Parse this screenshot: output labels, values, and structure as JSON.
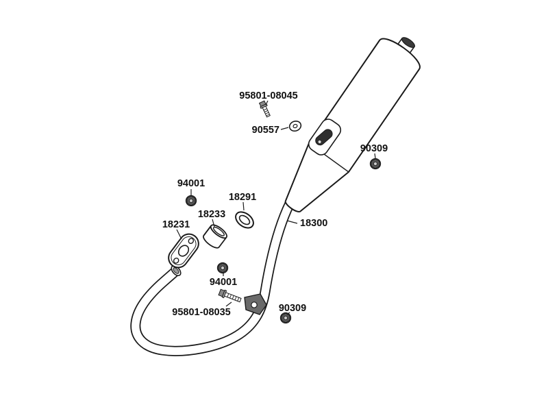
{
  "diagram": {
    "kind": "exploded-parts-diagram",
    "subject": "exhaust-muffler-assembly"
  },
  "labels": {
    "bolt_upper": "95801-08045",
    "washer": "90557",
    "nut_muffler_mount": "90309",
    "nut_stud_upper": "94001",
    "gasket": "18291",
    "collar": "18233",
    "flange": "18231",
    "muffler": "18300",
    "nut_stud_lower": "94001",
    "bolt_lower": "95801-08035",
    "nut_bracket": "90309"
  },
  "colors": {
    "background": "#ffffff",
    "line": "#1a1a1a",
    "dark_fill": "#2f2f2f",
    "metal_mid": "#8a8a8a",
    "metal_light": "#c9c9c9"
  }
}
